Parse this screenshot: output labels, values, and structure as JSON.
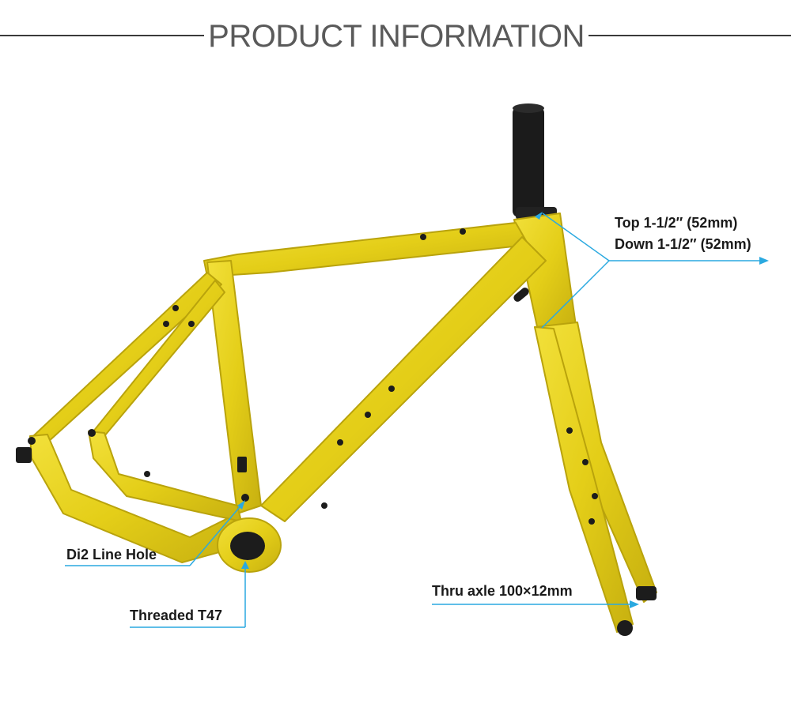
{
  "header": {
    "title": "PRODUCT INFORMATION"
  },
  "callouts": {
    "headset_top": "Top 1-1/2″ (52mm)",
    "headset_down": "Down 1-1/2″ (52mm)",
    "di2_hole": "Di2 Line Hole",
    "bottom_bracket": "Threaded T47",
    "thru_axle": "Thru axle 100×12mm"
  },
  "colors": {
    "frame_yellow": "#e8d21c",
    "frame_shadow": "#b9a30c",
    "callout_blue": "#2aa9e0",
    "steerer_black": "#1b1b1b"
  }
}
